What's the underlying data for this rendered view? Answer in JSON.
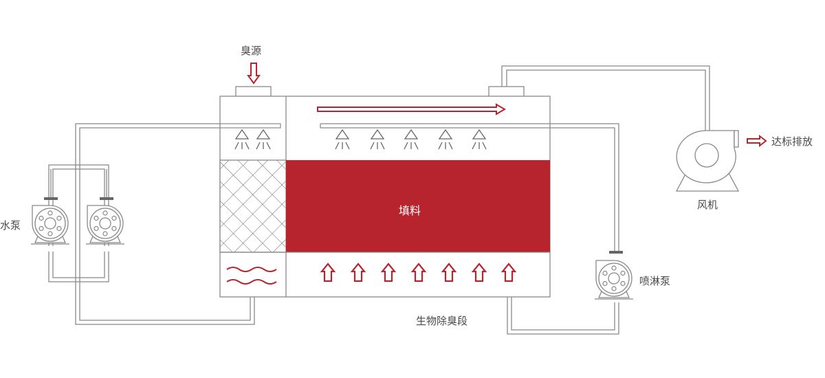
{
  "labels": {
    "odor_source": "臭源",
    "filler": "填料",
    "water_pump": "水泵",
    "fan": "风机",
    "spray_pump": "喷淋泵",
    "compliant_discharge": "达标排放",
    "bio_deodor_section": "生物除臭段"
  },
  "colors": {
    "accent_red": "#b8242e",
    "filler_fill": "#b8242e",
    "line_gray": "#888888"
  }
}
